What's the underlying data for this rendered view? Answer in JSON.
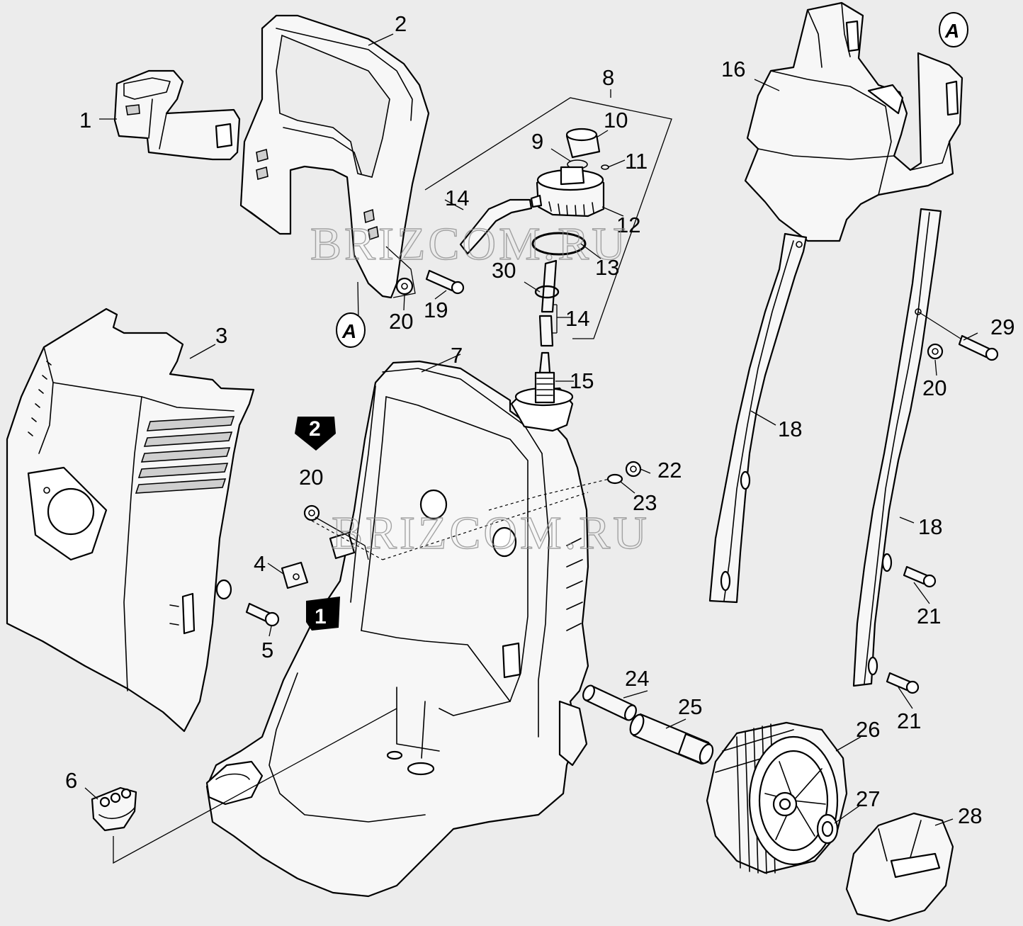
{
  "watermark": "BRIZCOM.RU",
  "reference_mark": "A",
  "step_badges": [
    "1",
    "2"
  ],
  "callouts": {
    "p1": "1",
    "p2": "2",
    "p3": "3",
    "p4": "4",
    "p5": "5",
    "p6": "6",
    "p7": "7",
    "p8": "8",
    "p9": "9",
    "p10": "10",
    "p11": "11",
    "p12": "12",
    "p13": "13",
    "p14a": "14",
    "p14b": "14",
    "p15": "15",
    "p16": "16",
    "p18a": "18",
    "p18b": "18",
    "p19": "19",
    "p20a": "20",
    "p20b": "20",
    "p20c": "20",
    "p21a": "21",
    "p21b": "21",
    "p22": "22",
    "p23": "23",
    "p24": "24",
    "p25": "25",
    "p26": "26",
    "p27": "27",
    "p28": "28",
    "p29": "29",
    "p30": "30"
  }
}
